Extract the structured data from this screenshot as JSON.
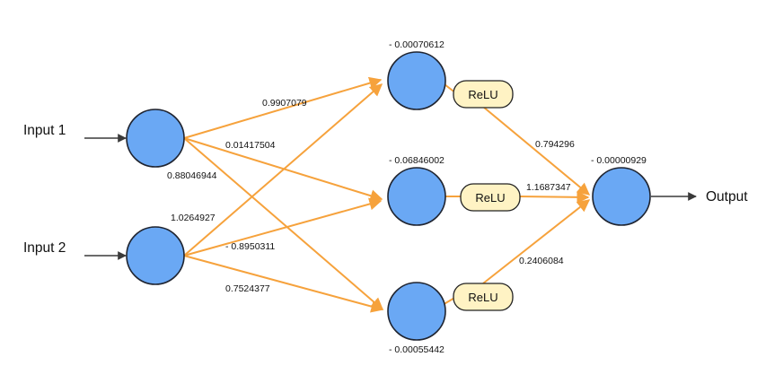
{
  "inputs": {
    "input1": "Input 1",
    "input2": "Input 2"
  },
  "output": "Output",
  "biases": {
    "h1": "- 0.00070612",
    "h2": "- 0.06846002",
    "h3": "- 0.00055442",
    "out": "- 0.00000929"
  },
  "weights": {
    "i1_h1": "0.9907079",
    "i1_h2": "0.01417504",
    "i1_h3": "0.88046944",
    "i2_h1": "1.0264927",
    "i2_h2": "- 0.8950311",
    "i2_h3": "0.7524377",
    "h1_out": "0.794296",
    "h2_out": "1.1687347",
    "h3_out": "0.2406084"
  },
  "activations": {
    "h1": "ReLU",
    "h2": "ReLU",
    "h3": "ReLU"
  },
  "colors": {
    "node_fill": "#6aa8f4",
    "edge": "#f6a23c",
    "relu_fill": "#fff3c4"
  }
}
